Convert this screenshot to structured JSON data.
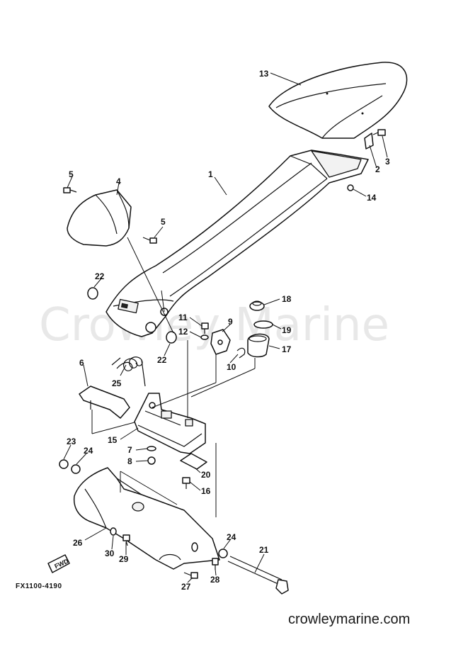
{
  "diagram": {
    "code": "FX1100-4190",
    "watermark": "Crowley Marine",
    "website": "crowleymarine.com",
    "fwd_label": "FWD",
    "callouts": [
      {
        "id": "c1",
        "label": "1"
      },
      {
        "id": "c2",
        "label": "2"
      },
      {
        "id": "c3",
        "label": "3"
      },
      {
        "id": "c4",
        "label": "4"
      },
      {
        "id": "c5a",
        "label": "5"
      },
      {
        "id": "c5b",
        "label": "5"
      },
      {
        "id": "c6",
        "label": "6"
      },
      {
        "id": "c7",
        "label": "7"
      },
      {
        "id": "c8",
        "label": "8"
      },
      {
        "id": "c9",
        "label": "9"
      },
      {
        "id": "c10",
        "label": "10"
      },
      {
        "id": "c11",
        "label": "11"
      },
      {
        "id": "c12",
        "label": "12"
      },
      {
        "id": "c13",
        "label": "13"
      },
      {
        "id": "c14",
        "label": "14"
      },
      {
        "id": "c15",
        "label": "15"
      },
      {
        "id": "c16",
        "label": "16"
      },
      {
        "id": "c17",
        "label": "17"
      },
      {
        "id": "c18",
        "label": "18"
      },
      {
        "id": "c19",
        "label": "19"
      },
      {
        "id": "c20",
        "label": "20"
      },
      {
        "id": "c21",
        "label": "21"
      },
      {
        "id": "c22a",
        "label": "22"
      },
      {
        "id": "c22b",
        "label": "22"
      },
      {
        "id": "c23",
        "label": "23"
      },
      {
        "id": "c24a",
        "label": "24"
      },
      {
        "id": "c24b",
        "label": "24"
      },
      {
        "id": "c25",
        "label": "25"
      },
      {
        "id": "c26",
        "label": "26"
      },
      {
        "id": "c27",
        "label": "27"
      },
      {
        "id": "c28",
        "label": "28"
      },
      {
        "id": "c29",
        "label": "29"
      },
      {
        "id": "c30",
        "label": "30"
      }
    ]
  }
}
